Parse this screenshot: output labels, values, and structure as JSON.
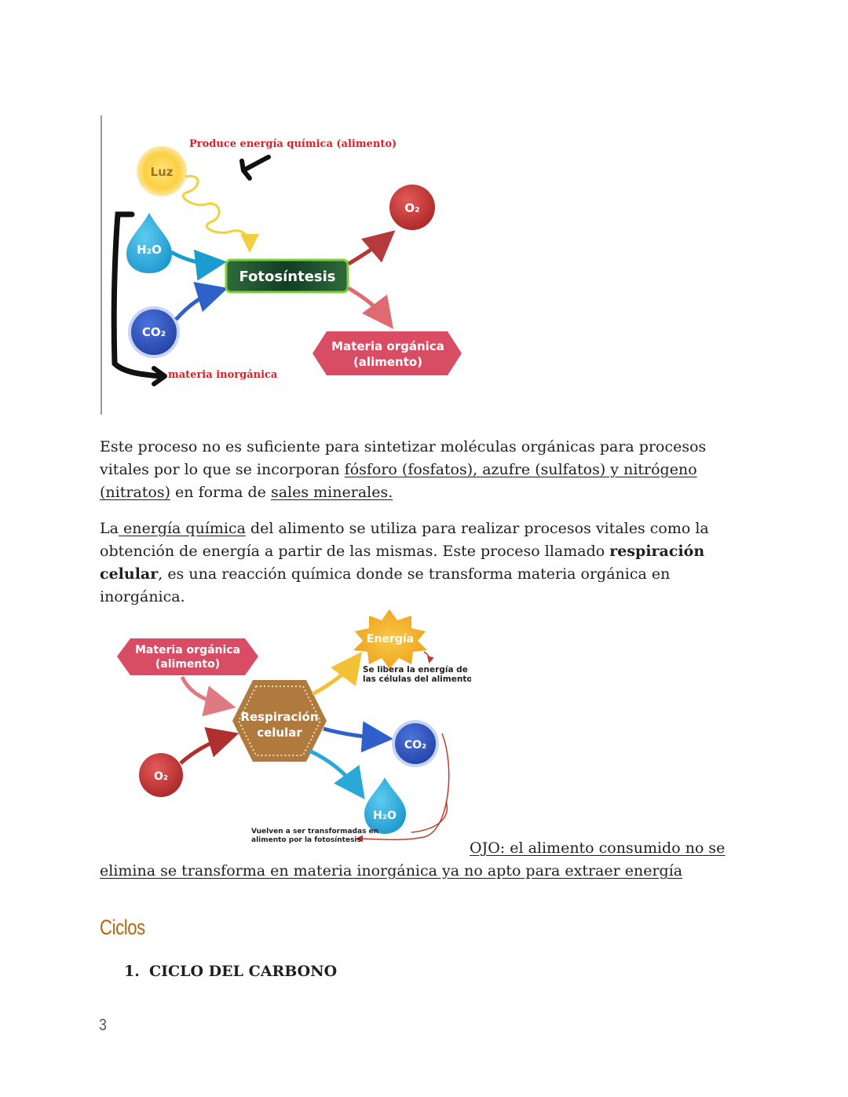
{
  "colors": {
    "heading": "#b5650f",
    "annotation_red": "#d2232a",
    "accent_green": "#6cbf2a",
    "o2_red": "#c83a3a",
    "water_blue": "#2aa8d8",
    "co2_blue": "#2e58c4",
    "organic_pink": "#d94d64",
    "respiration_brown": "#b07a3e",
    "energy_yellow": "#f5b82e"
  },
  "diagram1": {
    "annotation_top": "Produce energía química (alimento)",
    "luz": "Luz",
    "h2o": "H₂O",
    "co2": "CO₂",
    "o2": "O₂",
    "center": "Fotosíntesis",
    "organic_line1": "Materia orgánica",
    "organic_line2": "(alimento)",
    "annotation_bottom": "materia inorgánica"
  },
  "paragraph1": {
    "text_a": "Este proceso no es suficiente para sintetizar moléculas orgánicas para procesos vitales por lo que se incorporan ",
    "underlined_a": "fósforo (fosfatos), azufre (sulfatos) y nitrógeno (nitratos)",
    "text_b": " en forma de ",
    "underlined_b": "sales minerales."
  },
  "paragraph2": {
    "text_a": "La",
    "underlined_a": " energía química",
    "text_b": " del alimento se utiliza para realizar procesos vitales como la obtención de energía a partir de las mismas. Este proceso llamado ",
    "bold": "respiración celular",
    "text_c": ", es una reacción química donde se transforma materia orgánica en inorgánica."
  },
  "diagram2": {
    "organic_line1": "Materia orgánica",
    "organic_line2": "(alimento)",
    "energy": "Energía",
    "energy_note_line1": "Se libera la energía de",
    "energy_note_line2": "las células del alimento",
    "center_line1": "Respiración",
    "center_line2": "celular",
    "o2": "O₂",
    "co2": "CO₂",
    "h2o": "H₂O",
    "bottom_note_line1": "Vuelven a ser transformadas en",
    "bottom_note_line2": "alimento por la fotosíntesis"
  },
  "ojo_note": {
    "line1": "OJO: el alimento consumido no se",
    "line2": "elimina se transforma en materia inorgánica ya no apto para extraer energía"
  },
  "section_heading": "Ciclos",
  "list": {
    "number": "1.",
    "item": "CICLO DEL CARBONO"
  },
  "page_number": "3"
}
